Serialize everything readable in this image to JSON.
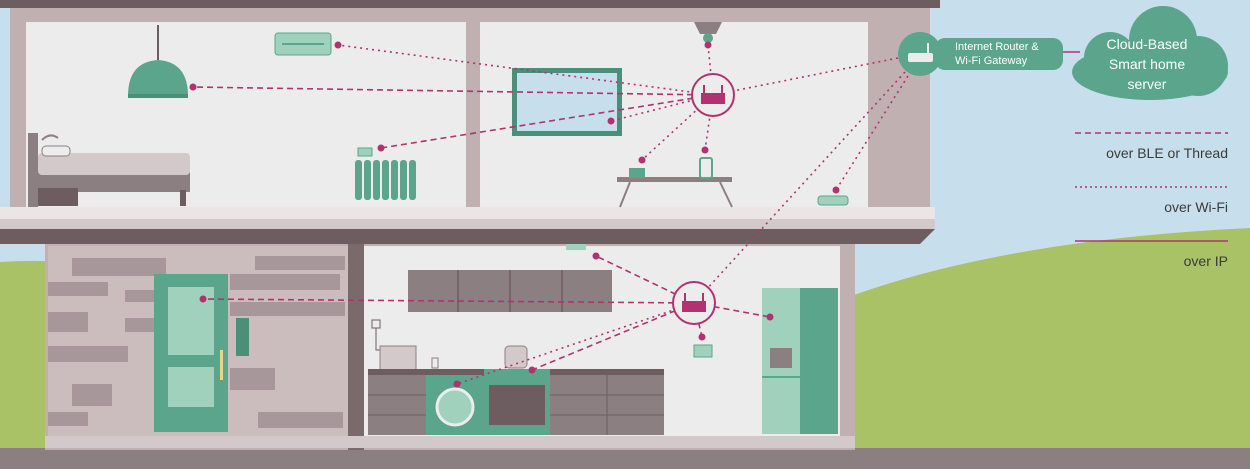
{
  "router": {
    "label_line1": "Internet Router &",
    "label_line2": "Wi-Fi Gateway"
  },
  "cloud": {
    "line1": "Cloud-Based",
    "line2": "Smart home",
    "line3": "server"
  },
  "legend": {
    "items": [
      {
        "label": "over BLE or Thread",
        "style": "dashed",
        "color": "#b0336f"
      },
      {
        "label": "over Wi-Fi",
        "style": "dotted",
        "color": "#b0336f"
      },
      {
        "label": "over IP",
        "style": "solid",
        "color": "#b0336f"
      }
    ]
  },
  "colors": {
    "accent": "#b0336f",
    "teal": "#5aa58c",
    "wall": "#bfaeae",
    "dark_wall": "#7a6a6c",
    "sky": "#c7dfec",
    "grass": "#a9c266"
  }
}
